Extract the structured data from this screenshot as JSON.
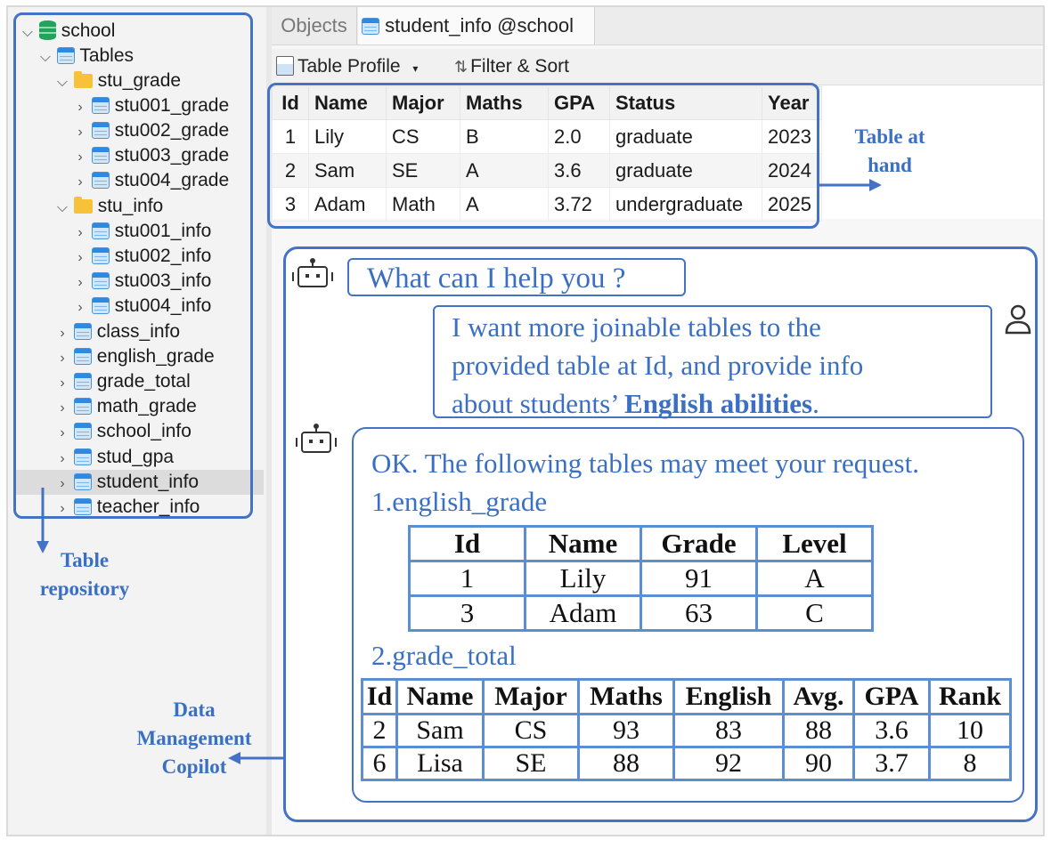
{
  "tabs": {
    "objects": "Objects",
    "active": "student_info @school"
  },
  "toolbar": {
    "table_profile": "Table Profile",
    "filter_sort": "Filter & Sort"
  },
  "tree": {
    "db": "school",
    "tables": "Tables",
    "folder1": "stu_grade",
    "folder1_items": [
      "stu001_grade",
      "stu002_grade",
      "stu003_grade",
      "stu004_grade"
    ],
    "folder2": "stu_info",
    "folder2_items": [
      "stu001_info",
      "stu002_info",
      "stu003_info",
      "stu004_info"
    ],
    "tables_list": [
      "class_info",
      "english_grade",
      "grade_total",
      "math_grade",
      "school_info",
      "stud_gpa",
      "student_info",
      "teacher_info"
    ]
  },
  "grid": {
    "headers": [
      "Id",
      "Name",
      "Major",
      "Maths",
      "GPA",
      "Status",
      "Year"
    ],
    "rows": [
      [
        "1",
        "Lily",
        "CS",
        "B",
        "2.0",
        "graduate",
        "2023"
      ],
      [
        "2",
        "Sam",
        "SE",
        "A",
        "3.6",
        "graduate",
        "2024"
      ],
      [
        "3",
        "Adam",
        "Math",
        "A",
        "3.72",
        "undergraduate",
        "2025"
      ]
    ]
  },
  "annotations": {
    "table_at_hand_1": "Table at",
    "table_at_hand_2": "hand",
    "repo_1": "Table",
    "repo_2": "repository",
    "copilot_1": "Data",
    "copilot_2": "Management",
    "copilot_3": "Copilot"
  },
  "chat": {
    "bot_greeting": "What can I help you ?",
    "user_line1": "I want more joinable tables to the",
    "user_line2": "provided table at Id, and provide info",
    "user_line3_pre": "about students’ ",
    "user_line3_bold": "English abilities",
    "user_line3_post": ".",
    "reply": "OK. The following tables may meet your request.",
    "t1_title": "1.english_grade",
    "t1_headers": [
      "Id",
      "Name",
      "Grade",
      "Level"
    ],
    "t1_rows": [
      [
        "1",
        "Lily",
        "91",
        "A"
      ],
      [
        "3",
        "Adam",
        "63",
        "C"
      ]
    ],
    "t2_title": "2.grade_total",
    "t2_headers": [
      "Id",
      "Name",
      "Major",
      "Maths",
      "English",
      "Avg.",
      "GPA",
      "Rank"
    ],
    "t2_rows": [
      [
        "2",
        "Sam",
        "CS",
        "93",
        "83",
        "88",
        "3.6",
        "10"
      ],
      [
        "6",
        "Lisa",
        "SE",
        "88",
        "92",
        "90",
        "3.7",
        "8"
      ]
    ]
  },
  "colors": {
    "accent": "#4472c4",
    "annotation_text": "#3a6fc3"
  }
}
